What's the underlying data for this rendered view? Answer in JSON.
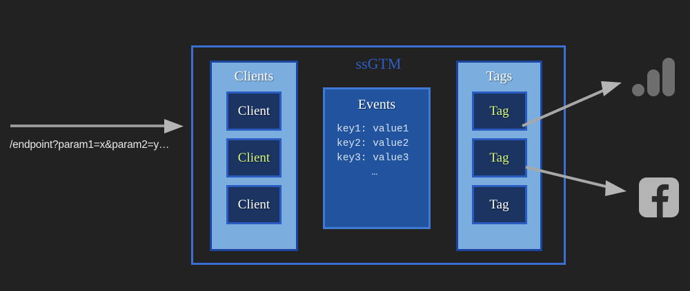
{
  "background_color": "#222222",
  "incoming": {
    "arrow_name": "incoming-request-arrow",
    "arrow_color": "#9a9a9a",
    "endpoint_label": "/endpoint?param1=x&param2=y…"
  },
  "ssgtm": {
    "title": "ssGTM",
    "title_color": "#2f5fc4",
    "frame_border_color": "#3b6fd4",
    "clients_panel": {
      "title": "Clients",
      "panel_color": "#7badde",
      "border_color": "#1b44a0",
      "items": [
        {
          "label": "Client",
          "highlighted": false
        },
        {
          "label": "Client",
          "highlighted": true
        },
        {
          "label": "Client",
          "highlighted": false
        }
      ]
    },
    "events_box": {
      "title": "Events",
      "box_color": "#21539e",
      "border_color": "#3f7bd4",
      "lines": [
        "key1: value1",
        "key2: value2",
        "key3: value3"
      ],
      "ellipsis": "…"
    },
    "tags_panel": {
      "title": "Tags",
      "panel_color": "#7badde",
      "border_color": "#1b44a0",
      "items": [
        {
          "label": "Tag",
          "highlighted": true
        },
        {
          "label": "Tag",
          "highlighted": true
        },
        {
          "label": "Tag",
          "highlighted": false
        }
      ]
    }
  },
  "highlight_color": "#d6f77e",
  "chip_color": "#1b3461",
  "outputs": {
    "arrow_color": "#a8a8a8",
    "destinations": [
      {
        "icon": "google-analytics-icon",
        "color": "#6e6e6e"
      },
      {
        "icon": "facebook-icon",
        "color": "#b4b4b4",
        "glyph": "f"
      }
    ]
  }
}
